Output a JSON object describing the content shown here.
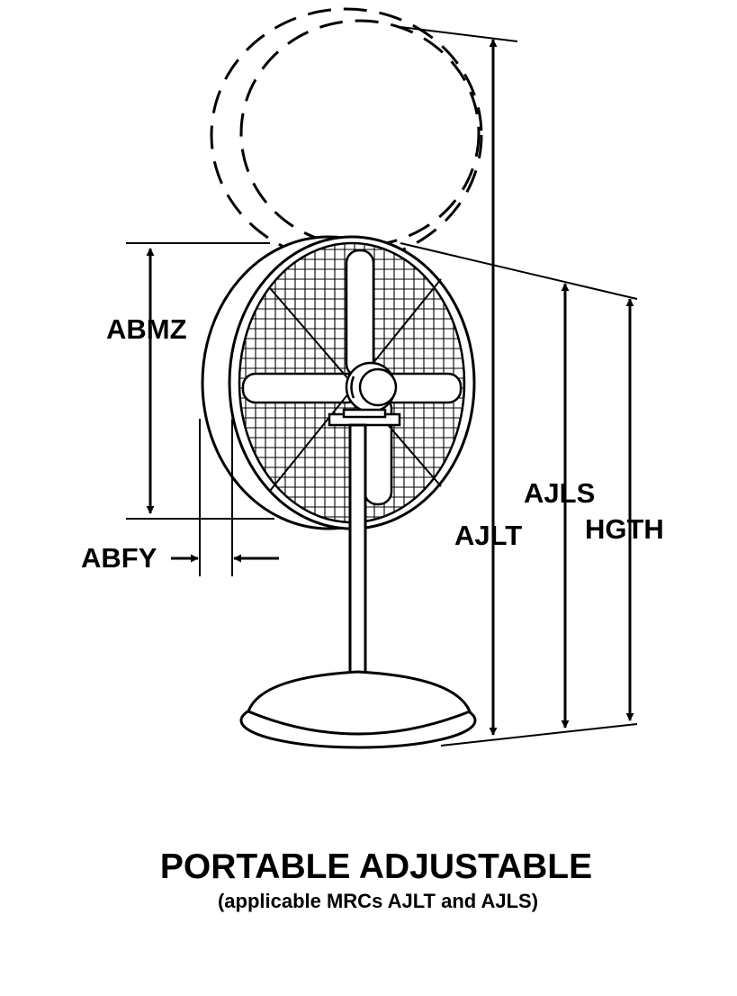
{
  "dimensions": {
    "abmz": "ABMZ",
    "abfy": "ABFY",
    "ajlt": "AJLT",
    "ajls": "AJLS",
    "hgth": "HGTH"
  },
  "caption": {
    "title": "PORTABLE ADJUSTABLE",
    "subtitle": "(applicable MRCs AJLT and AJLS)"
  }
}
